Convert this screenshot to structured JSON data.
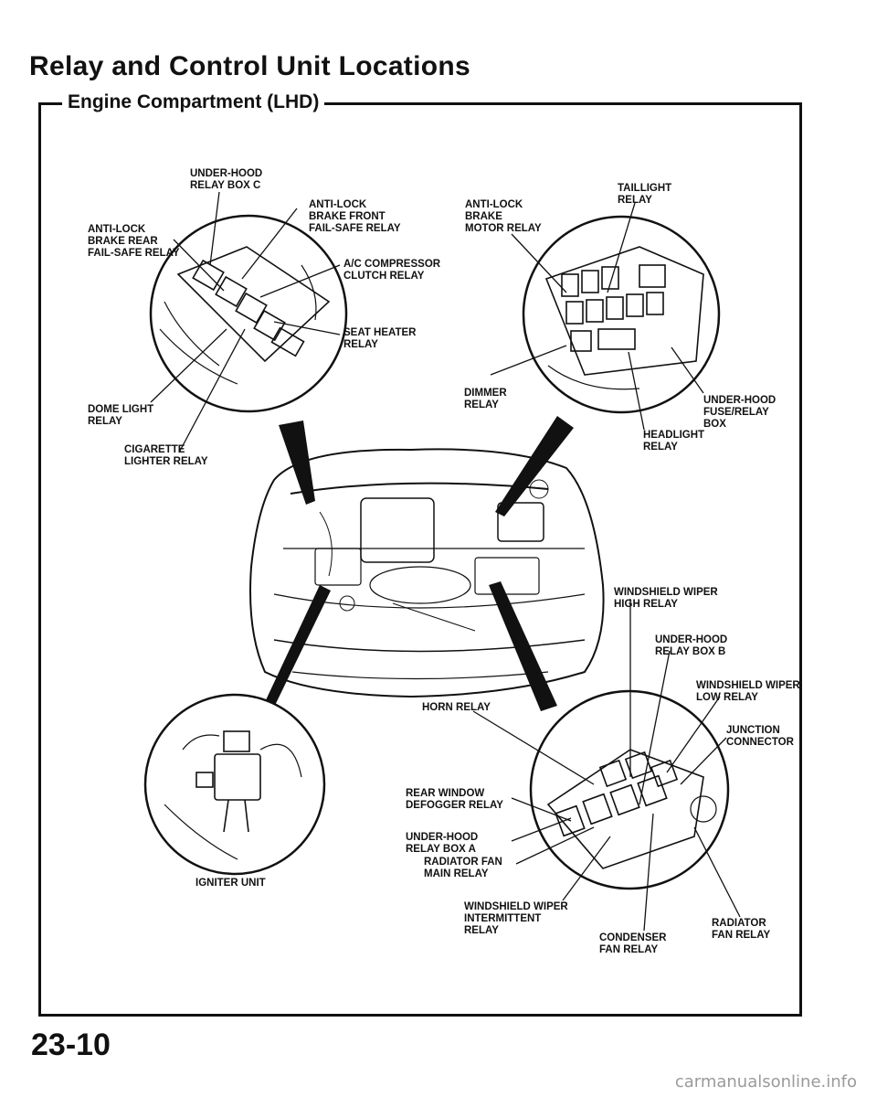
{
  "page": {
    "title": "Relay and Control Unit Locations",
    "section": "Engine Compartment (LHD)",
    "page_number": "23-10",
    "watermark": "carmanualsonline.info"
  },
  "labels": {
    "under_hood_relay_box_c": "UNDER-HOOD\nRELAY BOX C",
    "anti_lock_brake_rear_failsafe": "ANTI-LOCK\nBRAKE REAR\nFAIL-SAFE RELAY",
    "anti_lock_brake_front_failsafe": "ANTI-LOCK\nBRAKE FRONT\nFAIL-SAFE RELAY",
    "anti_lock_brake_motor": "ANTI-LOCK\nBRAKE\nMOTOR RELAY",
    "taillight_relay": "TAILLIGHT\nRELAY",
    "ac_compressor_clutch": "A/C COMPRESSOR\nCLUTCH RELAY",
    "seat_heater": "SEAT HEATER\nRELAY",
    "dome_light": "DOME LIGHT\nRELAY",
    "cigarette_lighter": "CIGARETTE\nLIGHTER RELAY",
    "dimmer": "DIMMER\nRELAY",
    "under_hood_fuse_relay_box": "UNDER-HOOD\nFUSE/RELAY\nBOX",
    "headlight": "HEADLIGHT\nRELAY",
    "windshield_wiper_high": "WINDSHIELD WIPER\nHIGH RELAY",
    "under_hood_relay_box_b": "UNDER-HOOD\nRELAY BOX B",
    "windshield_wiper_low": "WINDSHIELD WIPER\nLOW RELAY",
    "horn": "HORN RELAY",
    "junction_connector": "JUNCTION\nCONNECTOR",
    "rear_window_defogger": "REAR WINDOW\nDEFOGGER RELAY",
    "under_hood_relay_box_a": "UNDER-HOOD\nRELAY BOX A",
    "radiator_fan_main": "RADIATOR FAN\nMAIN RELAY",
    "igniter_unit": "IGNITER UNIT",
    "windshield_wiper_intermittent": "WINDSHIELD WIPER\nINTERMITTENT\nRELAY",
    "radiator_fan": "RADIATOR\nFAN RELAY",
    "condenser_fan": "CONDENSER\nFAN RELAY"
  }
}
